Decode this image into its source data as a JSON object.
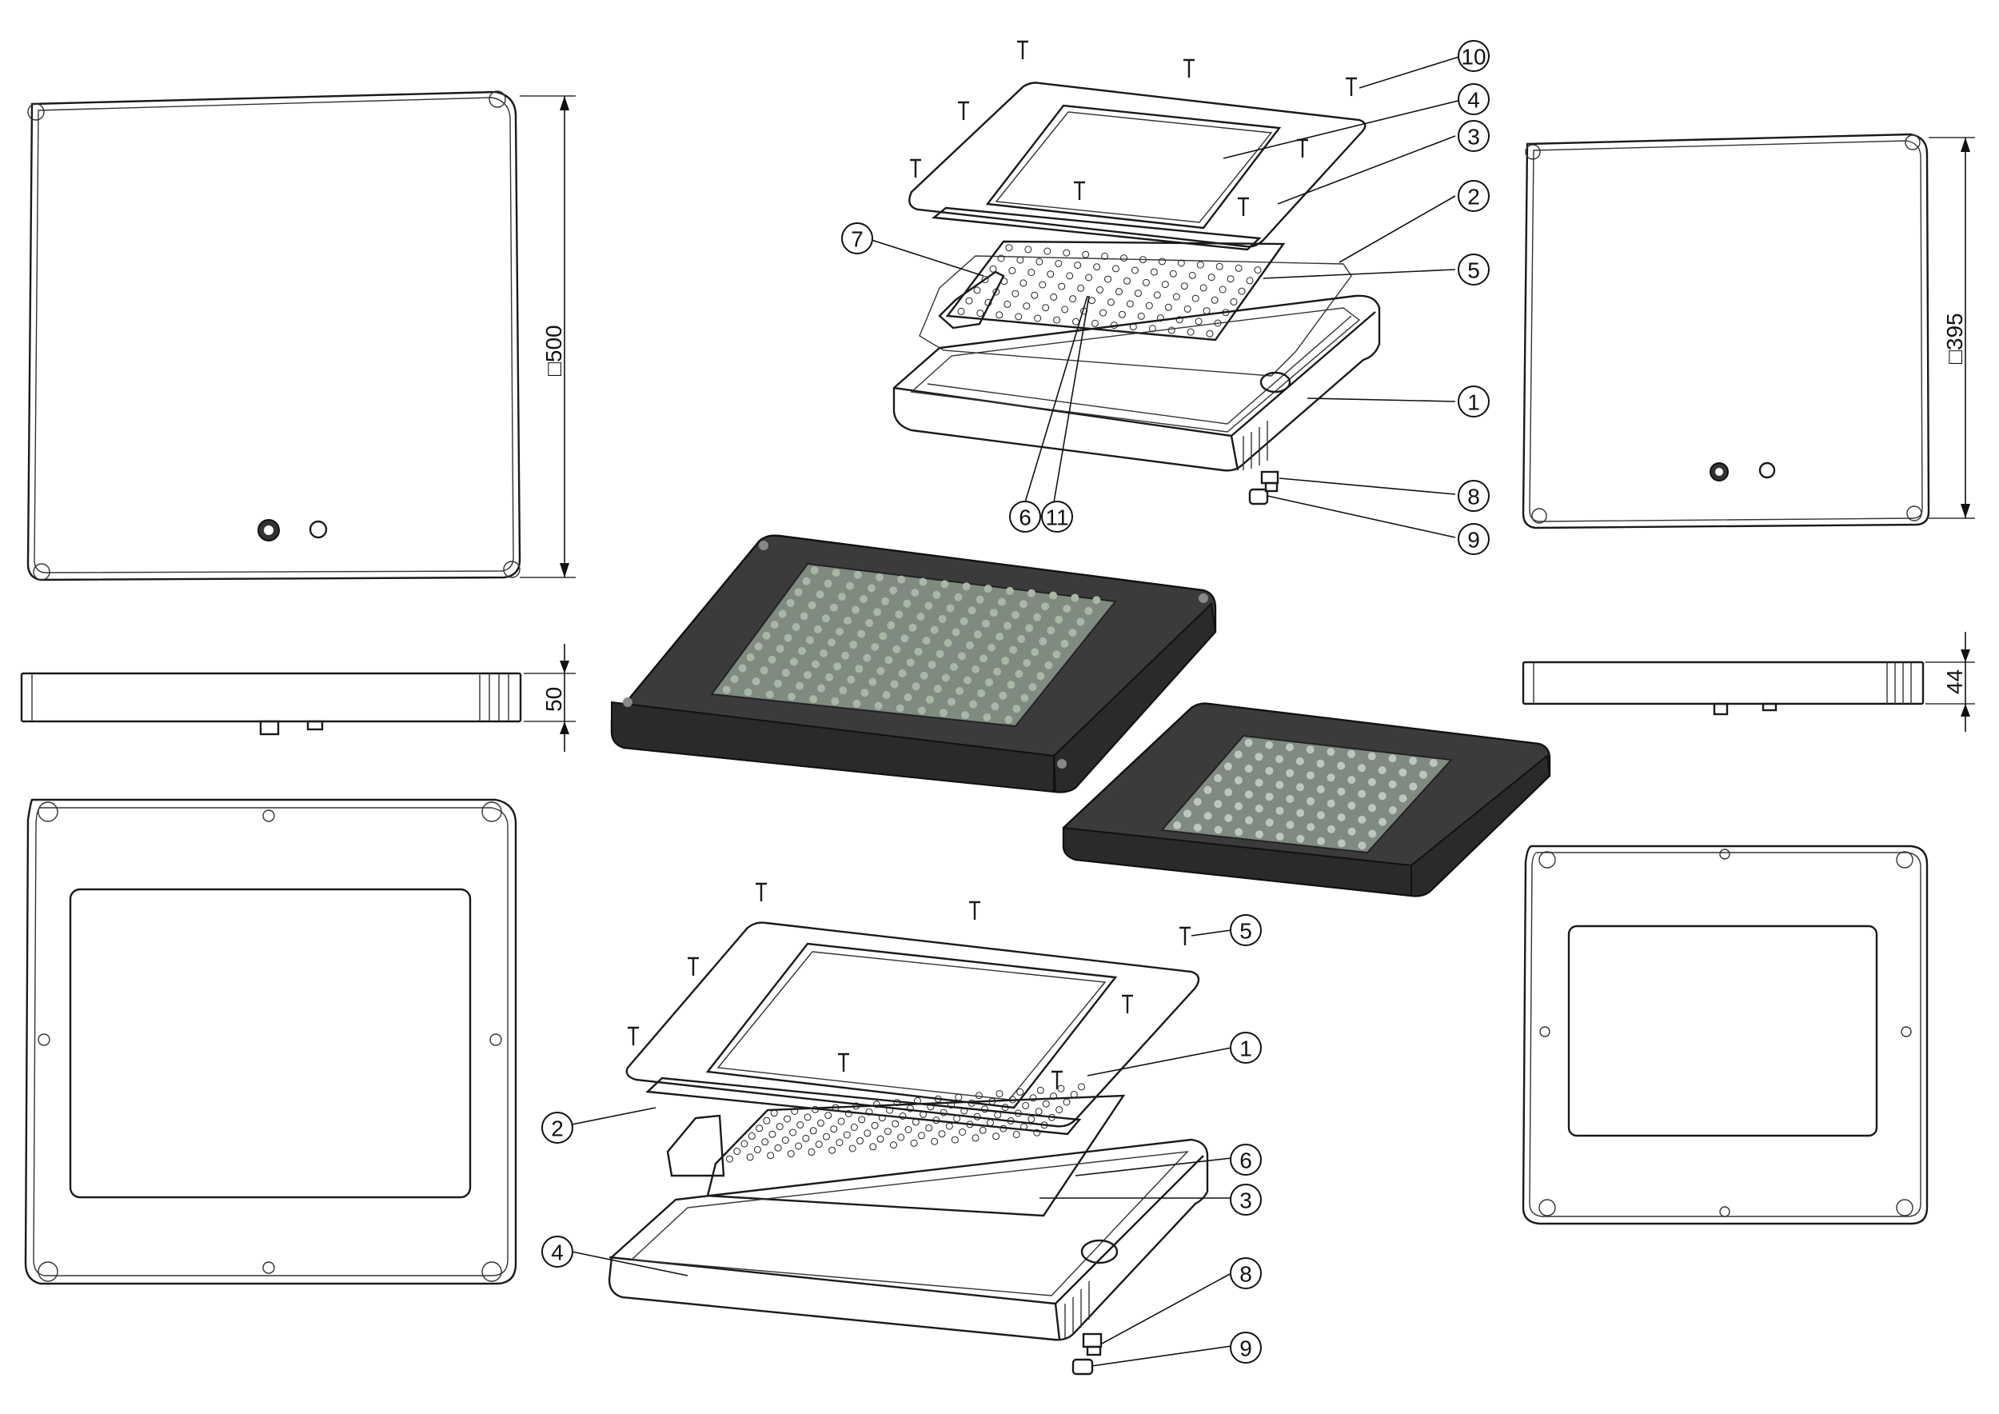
{
  "dimensions": {
    "large_width": "□500",
    "large_height": "50",
    "small_width": "□395",
    "small_height": "44"
  },
  "callouts_top": [
    "10",
    "4",
    "3",
    "2",
    "5",
    "7",
    "1",
    "8",
    "9",
    "6",
    "11"
  ],
  "callouts_bottom": [
    "5",
    "1",
    "2",
    "6",
    "3",
    "4",
    "8",
    "9"
  ],
  "colors": {
    "line": "#1a1a1a",
    "housing_dark": "#3b3b3b",
    "glass": "#7f8a80"
  }
}
